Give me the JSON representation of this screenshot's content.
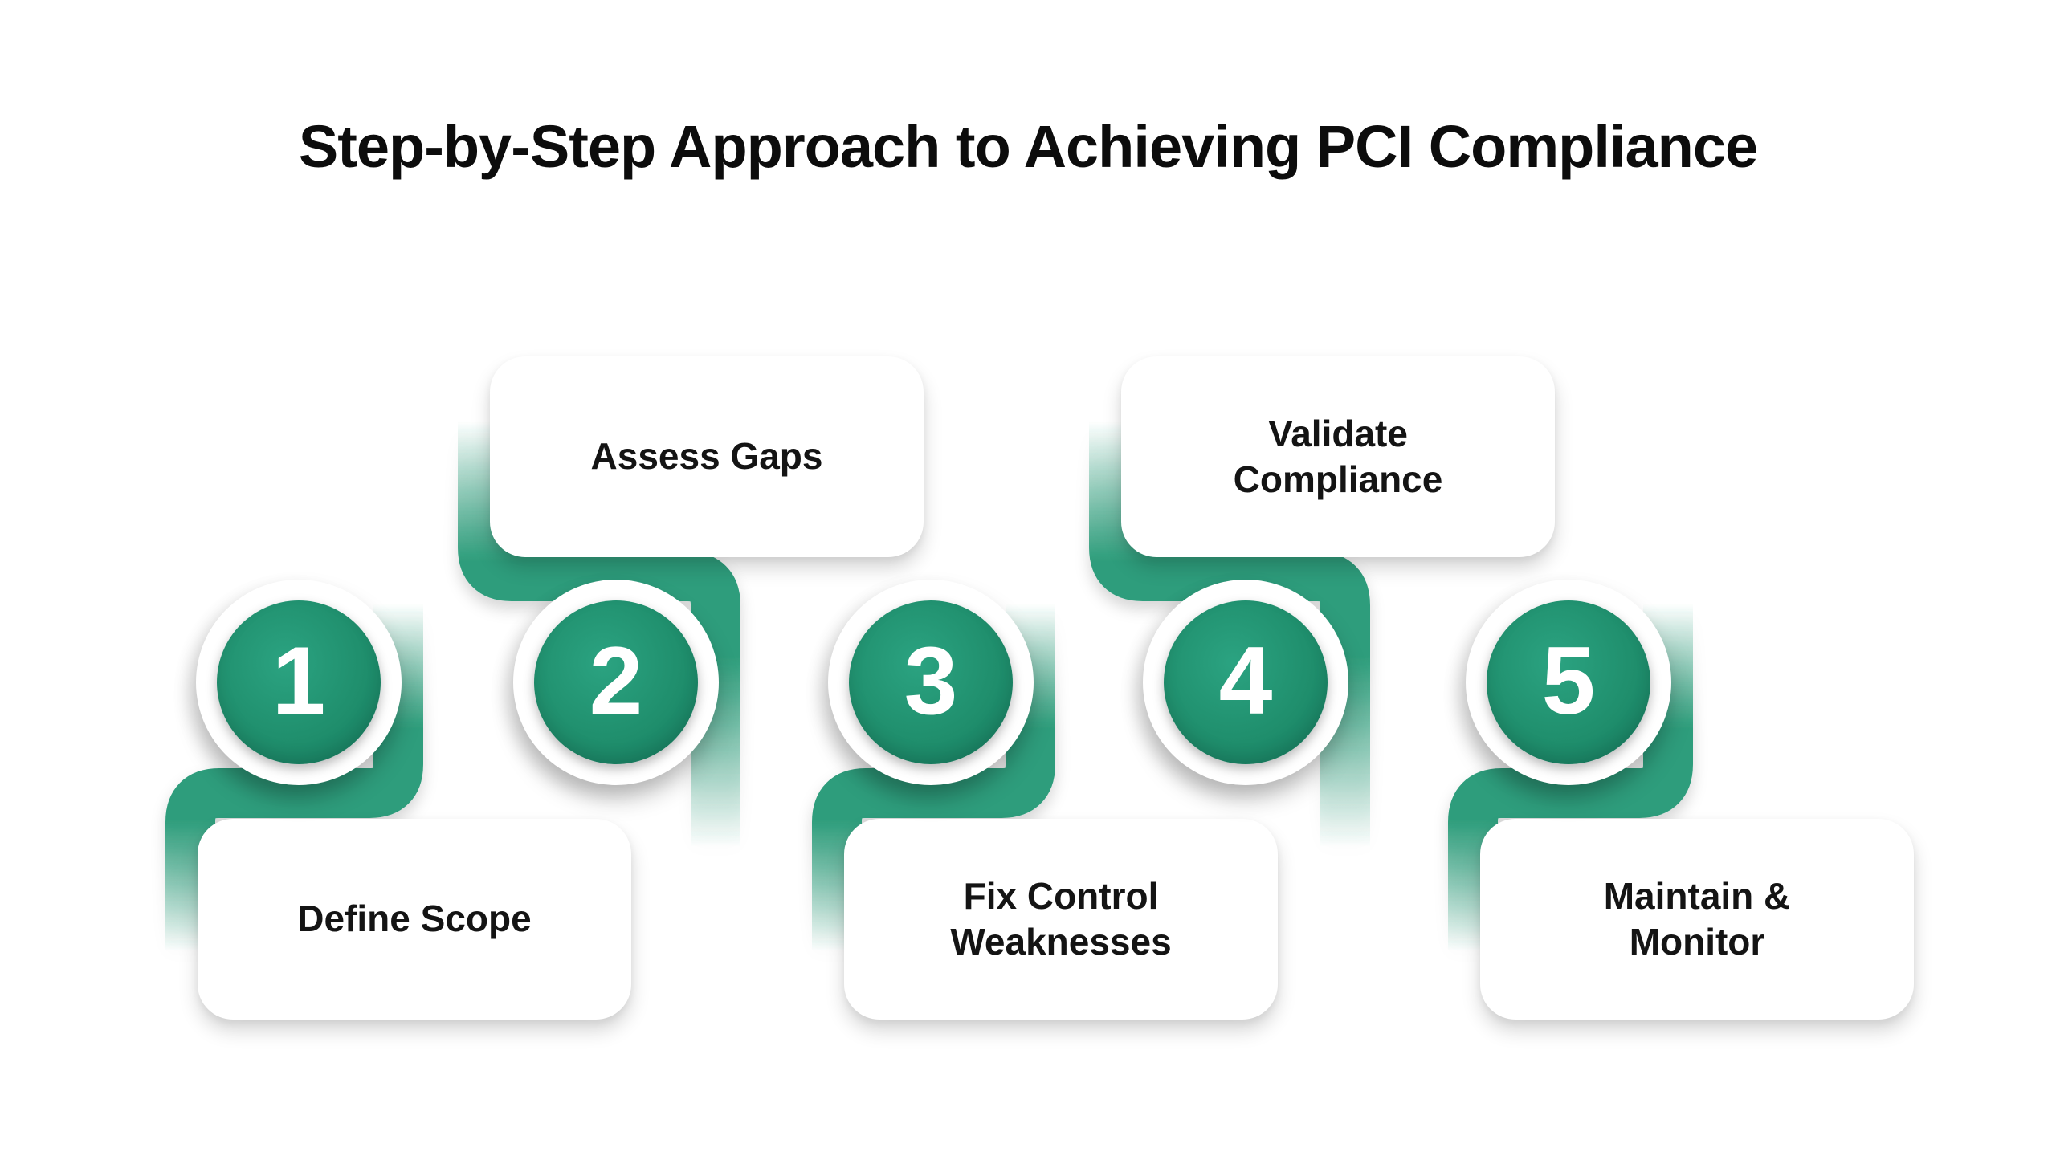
{
  "title": "Step-by-Step Approach to Achieving PCI Compliance",
  "colors": {
    "background": "#ffffff",
    "accent_green": "#2d9d7b",
    "circle_green_light": "#2ba381",
    "circle_green_dark": "#14775c",
    "title_text": "#0c0c0c",
    "card_text": "#141414",
    "card_background": "#ffffff",
    "number_text": "#ffffff"
  },
  "steps": [
    {
      "number": "1",
      "label": "Define Scope",
      "card_position": "below-circle"
    },
    {
      "number": "2",
      "label": "Assess Gaps",
      "card_position": "above-circle"
    },
    {
      "number": "3",
      "label": "Fix Control Weaknesses",
      "card_position": "below-circle"
    },
    {
      "number": "4",
      "label": "Validate Compliance",
      "card_position": "above-circle"
    },
    {
      "number": "5",
      "label": "Maintain & Monitor",
      "card_position": "below-circle"
    }
  ]
}
